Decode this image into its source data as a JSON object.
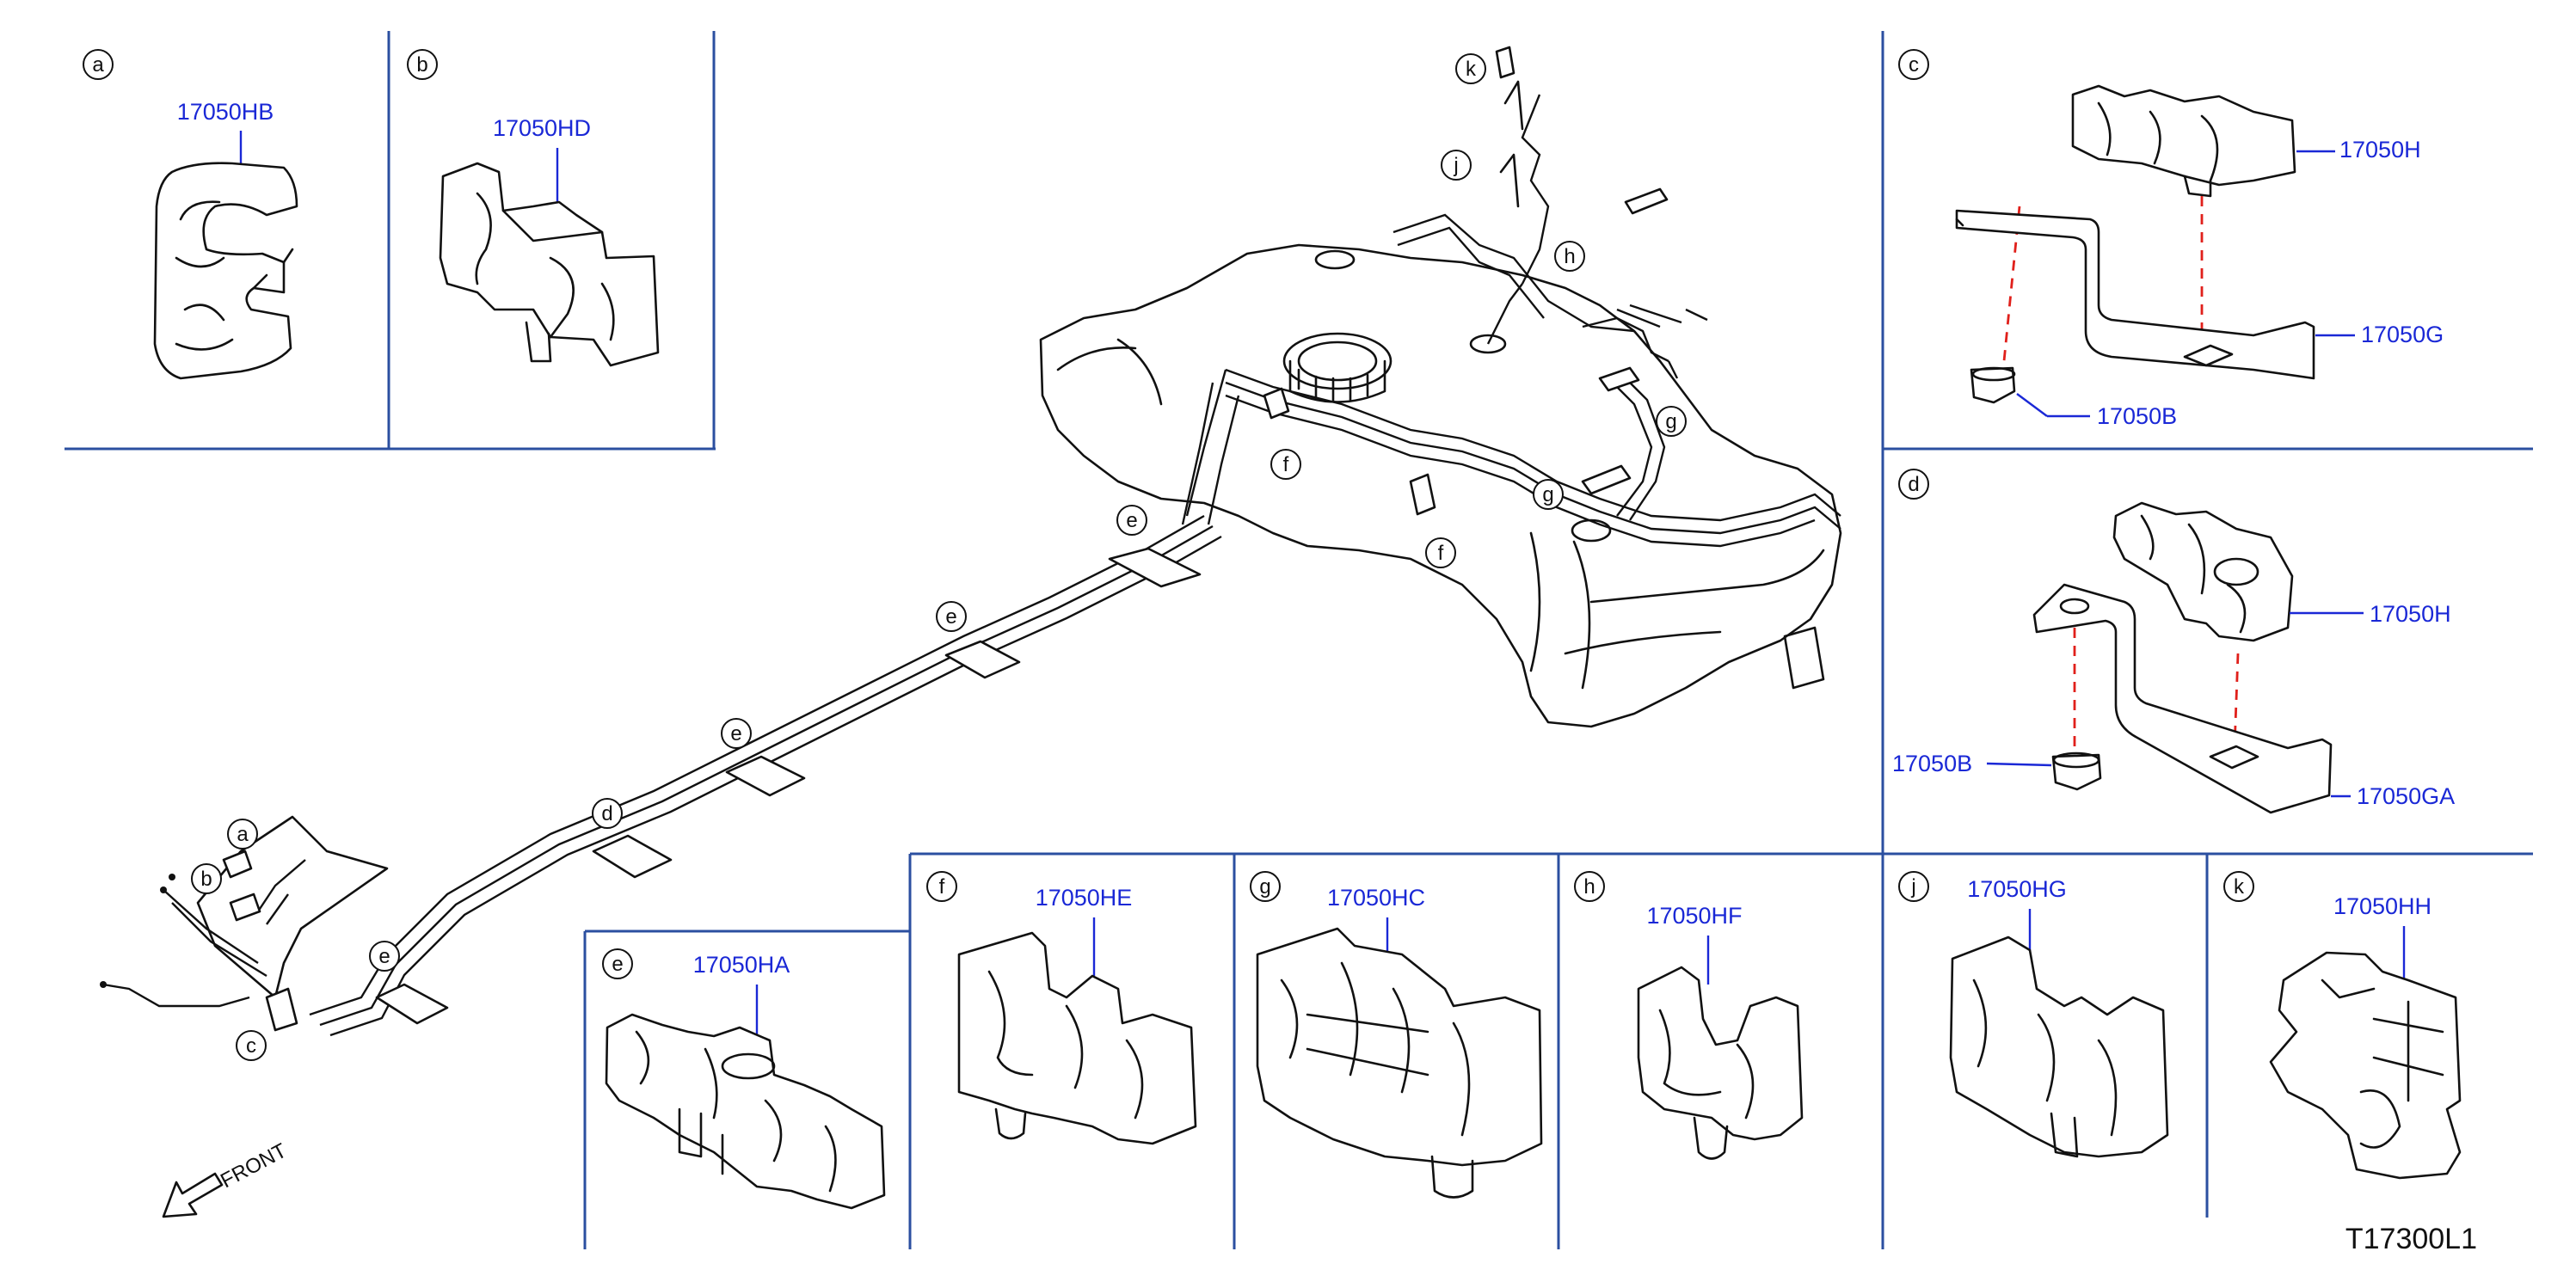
{
  "panels": {
    "a": {
      "callout": "a",
      "part": "17050HB"
    },
    "b": {
      "callout": "b",
      "part": "17050HD"
    },
    "c": {
      "callout": "c",
      "parts": {
        "clip": "17050H",
        "bracket": "17050G",
        "nut": "17050B"
      }
    },
    "d": {
      "callout": "d",
      "parts": {
        "clip": "17050H",
        "bracket": "17050GA",
        "nut": "17050B"
      }
    },
    "e": {
      "callout": "e",
      "part": "17050HA"
    },
    "f": {
      "callout": "f",
      "part": "17050HE"
    },
    "g": {
      "callout": "g",
      "part": "17050HC"
    },
    "h": {
      "callout": "h",
      "part": "17050HF"
    },
    "j": {
      "callout": "j",
      "part": "17050HG"
    },
    "k": {
      "callout": "k",
      "part": "17050HH"
    }
  },
  "main_callouts": {
    "a": "a",
    "b": "b",
    "c": "c",
    "d": "d",
    "e": "e",
    "f": "f",
    "g": "g",
    "h": "h",
    "j": "j",
    "k": "k"
  },
  "direction_label": "FRONT",
  "diagram_code": "T17300L1",
  "colors": {
    "part_number": "#1a28d6",
    "divider": "#2b4fa0",
    "dash": "#e0201b",
    "line": "#111111"
  }
}
